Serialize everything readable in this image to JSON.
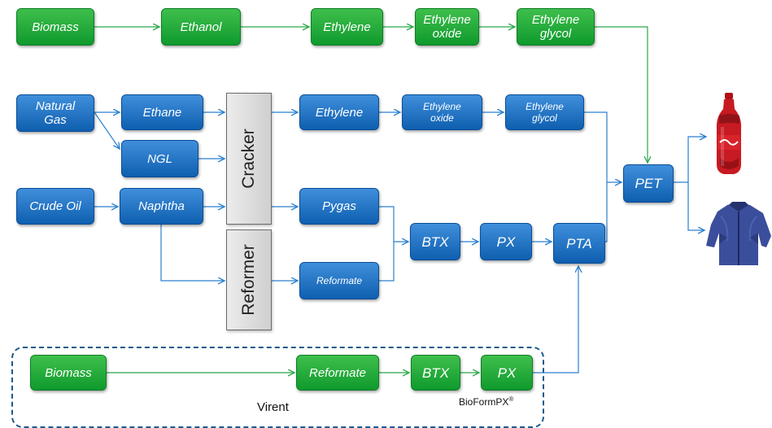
{
  "green_row": {
    "biomass": "Biomass",
    "ethanol": "Ethanol",
    "ethylene": "Ethylene",
    "ethylene_oxide": "Ethylene\noxide",
    "ethylene_glycol": "Ethylene\nglycol"
  },
  "blue": {
    "natural_gas": "Natural\nGas",
    "ethane": "Ethane",
    "ngl": "NGL",
    "crude_oil": "Crude  Oil",
    "naphtha": "Naphtha",
    "ethylene": "Ethylene",
    "ethylene_oxide": "Ethylene\noxide",
    "ethylene_glycol": "Ethylene\nglycol",
    "pygas": "Pygas",
    "reformate": "Reformate",
    "btx": "BTX",
    "px": "PX",
    "pta": "PTA",
    "pet": "PET"
  },
  "units": {
    "cracker": "Cracker",
    "reformer": "Reformer"
  },
  "virent": {
    "biomass": "Biomass",
    "reformate": "Reformate",
    "btx": "BTX",
    "px": "PX",
    "label": "Virent",
    "tech": "BioFormPX",
    "trademark": "®"
  },
  "products": [
    "bottle-icon",
    "jacket-icon"
  ],
  "colors": {
    "green": "#11a532",
    "blue": "#1a6cc4",
    "line_green": "#2aa84a",
    "line_blue": "#2a7fd0"
  }
}
